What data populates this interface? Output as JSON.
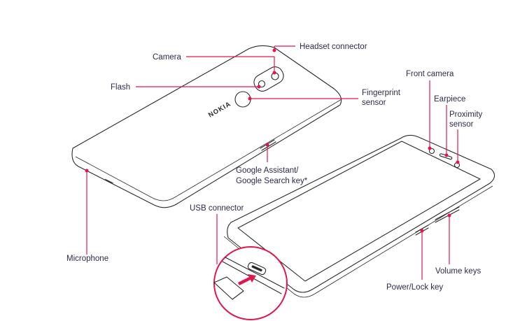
{
  "brand_text": "NOKIA",
  "colors": {
    "callout": "#e0174d",
    "outline": "#2a2a2a",
    "label": "#2b2b4a"
  },
  "labels": {
    "headset": "Headset connector",
    "camera": "Camera",
    "flash": "Flash",
    "fingerprint_1": "Fingerprint",
    "fingerprint_2": "sensor",
    "google_1": "Google Assistant/",
    "google_2": "Google Search key*",
    "microphone": "Microphone",
    "usb": "USB connector",
    "front_camera": "Front camera",
    "earpiece": "Earpiece",
    "proximity_1": "Proximity",
    "proximity_2": "sensor",
    "volume": "Volume keys",
    "power": "Power/Lock key"
  }
}
